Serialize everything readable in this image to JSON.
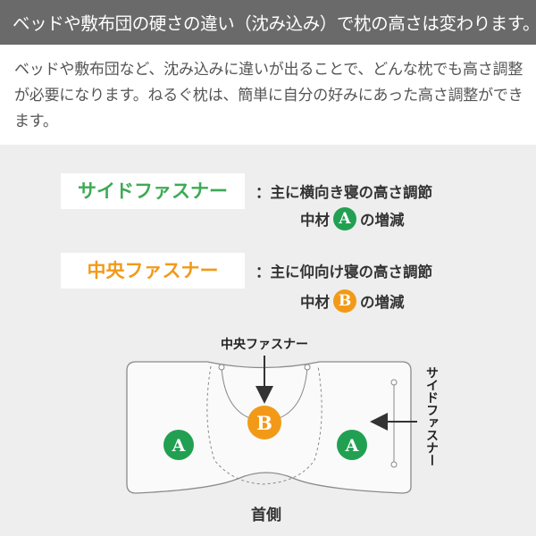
{
  "header": {
    "title": "ベッドや敷布団の硬さの違い（沈み込み）で枕の高さは変わります。"
  },
  "intro": {
    "text": "ベッドや敷布団など、沈み込みに違いが出ることで、どんな枕でも高さ調整が必要になります。ねるぐ枕は、簡単に自分の好みにあった高さ調整ができます。"
  },
  "side_fastener": {
    "label": "サイドファスナー",
    "desc": "：主に横向き寝の高さ調節",
    "material_prefix": "中材",
    "material_letter": "A",
    "material_suffix": "の増減"
  },
  "center_fastener": {
    "label": "中央ファスナー",
    "desc": "：主に仰向け寝の高さ調節",
    "material_prefix": "中材",
    "material_letter": "B",
    "material_suffix": "の増減"
  },
  "diagram": {
    "center_label": "中央ファスナー",
    "side_label": "サイドファスナー",
    "neck_label": "首側",
    "fill_a": "A",
    "fill_b": "B"
  },
  "colors": {
    "header_bg": "#6a6a6a",
    "green": "#22a052",
    "label_green": "#3daa55",
    "orange": "#f29a18"
  }
}
